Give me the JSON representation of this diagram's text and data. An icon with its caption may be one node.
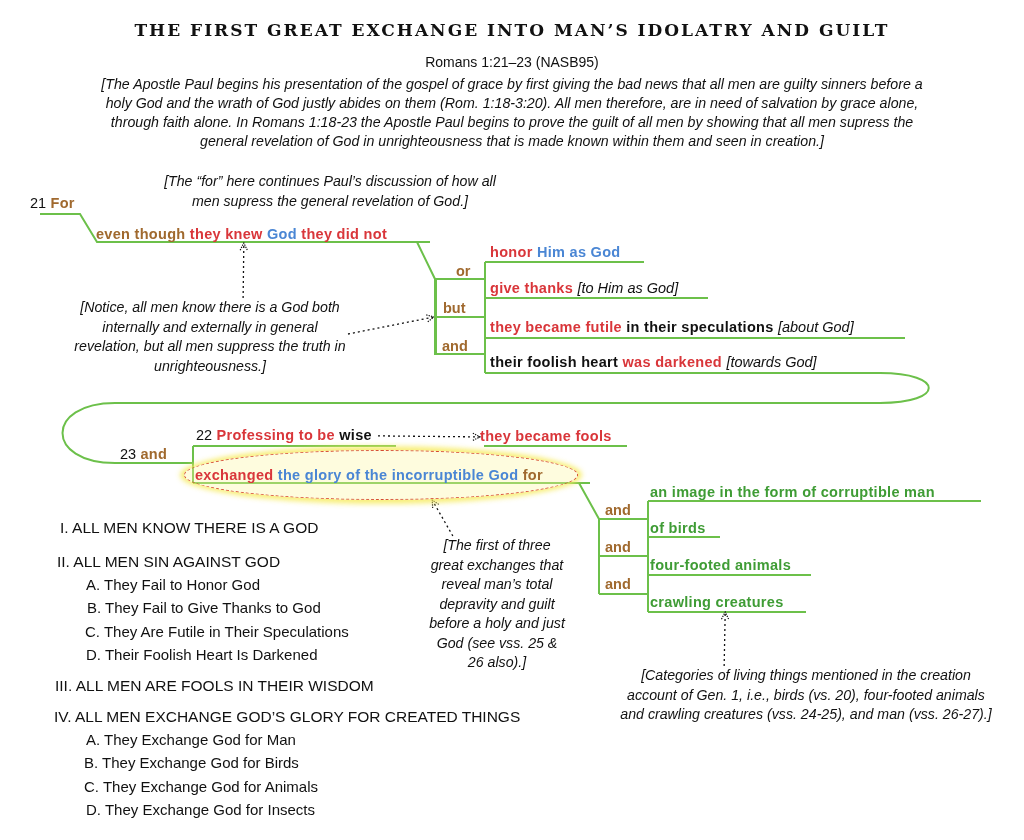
{
  "diagram": {
    "title": "THE FIRST GREAT EXCHANGE INTO MAN’S IDOLATRY AND GUILT",
    "nodes": [
      {
        "text": [
          "21",
          "For"
        ]
      },
      {
        "text": [
          "[The “for” here continues Paul’s discussion of how all men supress the general revelation of God.]"
        ]
      },
      {
        "text": [
          "even though",
          "they knew",
          "God",
          "they did not"
        ]
      },
      {
        "text": [
          "honor",
          "Him as God"
        ]
      },
      {
        "text": [
          "give thanks",
          "[to Him as God]"
        ]
      },
      {
        "text": [
          "they became futile",
          "in their speculations",
          "[about God]"
        ]
      },
      {
        "text": [
          "their foolish heart",
          "was darkened",
          "[towards God]"
        ]
      },
      {
        "text": [
          "[Notice, all men know there is a God both internally and externally in general revelation, but all men suppress the truth in unrighteousness.]"
        ]
      },
      {
        "text": [
          "23",
          "and"
        ]
      },
      {
        "text": [
          "22",
          "Professing to be",
          "wise"
        ]
      },
      {
        "text": [
          "they became fools"
        ]
      },
      {
        "text": [
          "exchanged",
          "the glory of the incorruptible God",
          "for"
        ]
      },
      {
        "text": [
          "an image in the form of corruptible man"
        ]
      },
      {
        "text": [
          "of birds"
        ]
      },
      {
        "text": [
          "four-footed animals"
        ]
      },
      {
        "text": [
          "crawling creatures"
        ]
      },
      {
        "text": [
          "[The first of three great exchanges that reveal man’s total depravity and guilt before a holy and just God (see vss. 25 & 26 also).]"
        ]
      },
      {
        "text": [
          "[Categories of living things mentioned in the creation account of Gen. 1, i.e., birds (vs. 20), four-footed animals and crawling creatures (vss. 24-25), and man (vss. 26-27).]"
        ]
      },
      {
        "text": [],
        "shape": "bar"
      }
    ],
    "edges": [
      {
        "from": 7,
        "to": 2,
        "arrow": "to",
        "style": "dashed"
      },
      {
        "from": 7,
        "to": 18,
        "arrow": "to",
        "style": "dashed"
      },
      {
        "from": 9,
        "to": 10,
        "arrow": "to",
        "style": "dashed"
      },
      {
        "from": 16,
        "to": 11,
        "arrow": "to",
        "style": "dashed"
      },
      {
        "from": 17,
        "to": 15,
        "arrow": "to",
        "style": "dashed"
      }
    ],
    "labels": [
      "Romans 1:21–23 (NASB95)",
      "[The Apostle Paul begins his presentation of the gospel of grace by first giving the bad news that all men are guilty sinners before a holy God and the wrath of God justly abides on them (Rom. 1:18-3:20). All men therefore, are in need of salvation by grace alone, through faith alone. In Romans 1:18-23 the Apostle Paul begins to prove the guilt of all men by showing that all men supress the general revelation of God in unrighteousness that is made known within them and seen in creation.]",
      "or",
      "but",
      "and",
      "and",
      "and",
      "and",
      "I. ALL MEN KNOW THERE IS A GOD",
      "II. ALL MEN SIN AGAINST GOD",
      "A. They Fail to Honor God",
      "B. They Fail to Give Thanks to God",
      "C. They Are Futile in Their Speculations",
      "D. Their Foolish Heart Is Darkened",
      "III. ALL MEN ARE FOOLS IN THEIR WISDOM",
      "IV. ALL MEN EXCHANGE GOD’S GLORY FOR CREATED THINGS",
      "A. They Exchange God for Man",
      "B. They Exchange God for Birds",
      "C. They Exchange God for Animals",
      "D. They Exchange God for Insects"
    ]
  }
}
